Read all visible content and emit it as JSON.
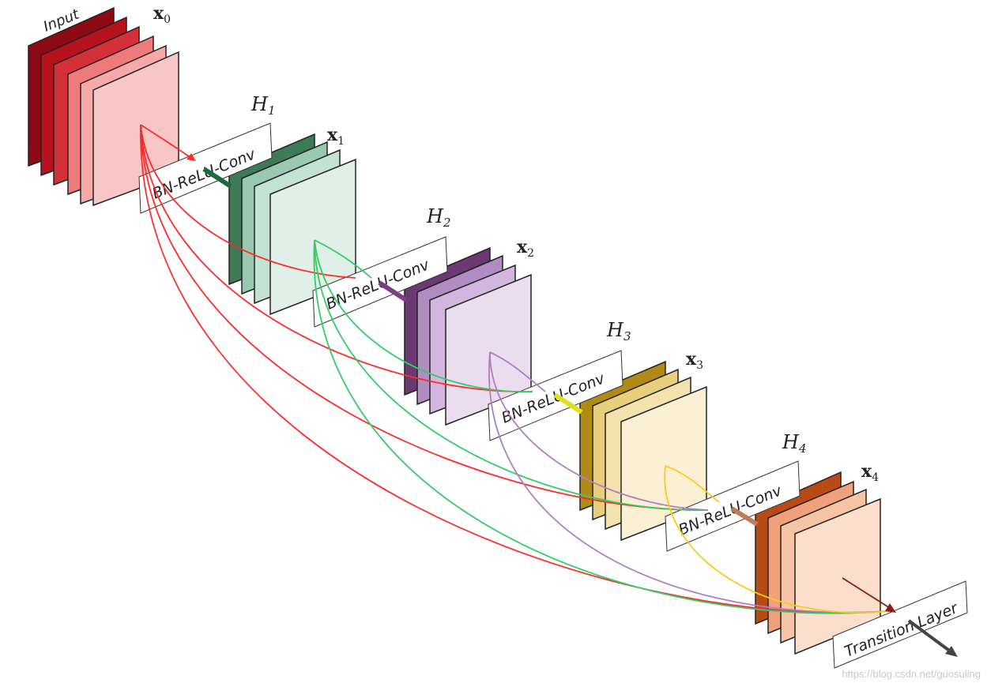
{
  "labels": {
    "input": "Input",
    "x0": "x",
    "x0_sub": "0",
    "x1": "x",
    "x1_sub": "1",
    "x2": "x",
    "x2_sub": "2",
    "x3": "x",
    "x3_sub": "3",
    "x4": "x",
    "x4_sub": "4",
    "h1": "H",
    "h1_sub": "1",
    "h2": "H",
    "h2_sub": "2",
    "h3": "H",
    "h3_sub": "3",
    "h4": "H",
    "h4_sub": "4",
    "conv1": "BN-ReLU-Conv",
    "conv2": "BN-ReLU-Conv",
    "conv3": "BN-ReLU-Conv",
    "conv4": "BN-ReLU-Conv",
    "transition": "Transition Layer"
  },
  "watermark": "https://blog.csdn.net/guosuling",
  "colors": {
    "block0": [
      "#8b0a14",
      "#b5121e",
      "#d4303a",
      "#ee7a7c",
      "#f9c6c6"
    ],
    "block1": [
      "#3f7a57",
      "#9ac9b0",
      "#c3e2d1",
      "#e0efe7"
    ],
    "block2": [
      "#6b3a72",
      "#b08cc0",
      "#d2b6dd",
      "#ebdcef"
    ],
    "block3": [
      "#b08a17",
      "#e8cf7e",
      "#f3e2ad",
      "#fbf0d4"
    ],
    "block4": [
      "#b84a16",
      "#f0a07a",
      "#f7c4a6",
      "#fcdecd"
    ],
    "conn_x0": "#ff2a2a",
    "conn_x1": "#33cc66",
    "conn_x2": "#b07ec4",
    "conn_x3": "#ffc81a",
    "conn_x4": "#8b1a1a",
    "arrow1": "#1c6b3a",
    "arrow2": "#7a3f85",
    "arrow3": "#e0e020",
    "arrow4": "#c07a5a"
  }
}
